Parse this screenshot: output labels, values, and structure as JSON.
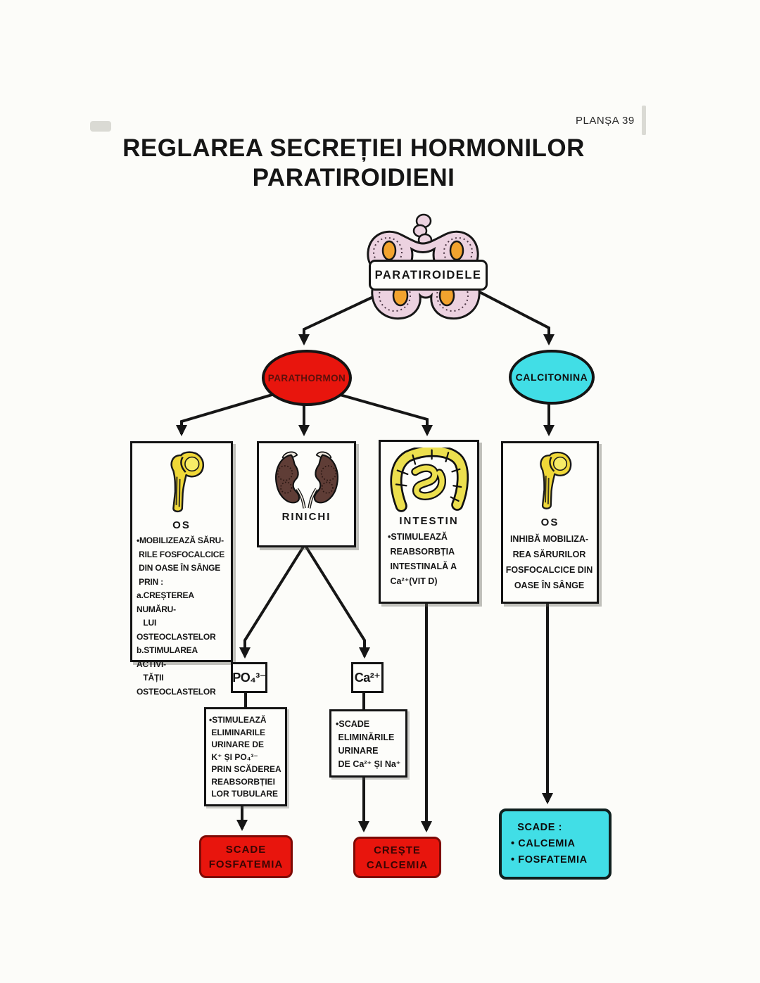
{
  "page": {
    "plansa": "PLANȘA 39",
    "title_line1": "REGLAREA SECREȚIEI HORMONILOR",
    "title_line2": "PARATIROIDIENI"
  },
  "colors": {
    "red": "#e8150d",
    "cyan": "#41dee6",
    "parathormon_text": "#5c100b",
    "bone_yellow": "#f0d838",
    "kidney_brown": "#5f3d36",
    "intestine_yellow": "#ecdf4e",
    "thyroid_pink": "#ecd2e0",
    "parathyroid_orange": "#f2a32e"
  },
  "icons": {
    "thyroid": "thyroid-gland-illustration",
    "bone": "bone-icon",
    "kidneys": "kidneys-icon",
    "intestine": "intestine-icon"
  },
  "nodes": {
    "paratiroidele": {
      "label": "PARATIROIDELE"
    },
    "parathormon": {
      "label": "PARATHORMON"
    },
    "calcitonina": {
      "label": "CALCITONINA"
    },
    "os_left": {
      "title": "OS",
      "lines": [
        "•MOBILIZEAZĂ SĂRU-",
        " RILE FOSFOCALCICE",
        " DIN OASE ÎN SÂNGE",
        " PRIN :",
        "a.CREȘTEREA NUMĂRU-",
        "   LUI OSTEOCLASTELOR",
        "b.STIMULAREA ACTIVI-",
        "   TĂȚII OSTEOCLASTELOR"
      ]
    },
    "rinichi": {
      "title": "RINICHI"
    },
    "intestin": {
      "title": "INTESTIN",
      "lines": [
        "•STIMULEAZĂ",
        " REABSORBȚIA",
        " INTESTINALĂ A",
        " Ca²⁺(VIT D)"
      ]
    },
    "os_right": {
      "title": "OS",
      "lines": [
        "INHIBĂ MOBILIZA-",
        "REA SĂRURILOR",
        "FOSFOCALCICE DIN",
        "OASE ÎN SÂNGE"
      ]
    },
    "po4": {
      "label": "PO₄³⁻"
    },
    "ca": {
      "label": "Ca²⁺"
    },
    "renal_phosphate": {
      "lines": [
        "•STIMULEAZĂ",
        " ELIMINARILE",
        " URINARE DE",
        " K⁺ ȘI PO₄³⁻",
        " PRIN SCĂDEREA",
        " REABSORBȚIEI",
        " LOR TUBULARE"
      ]
    },
    "renal_calcium": {
      "lines": [
        "•SCADE",
        " ELIMINĂRILE",
        " URINARE",
        " DE Ca²⁺ ȘI Na⁺"
      ]
    },
    "scade_fosfatemia": {
      "lines": [
        "SCADE",
        "FOSFATEMIA"
      ]
    },
    "creste_calcemia": {
      "lines": [
        "CREȘTE",
        "CALCEMIA"
      ]
    },
    "calcitonin_outcome": {
      "lines": [
        "  SCADE :",
        "• CALCEMIA",
        "• FOSFATEMIA"
      ]
    }
  }
}
